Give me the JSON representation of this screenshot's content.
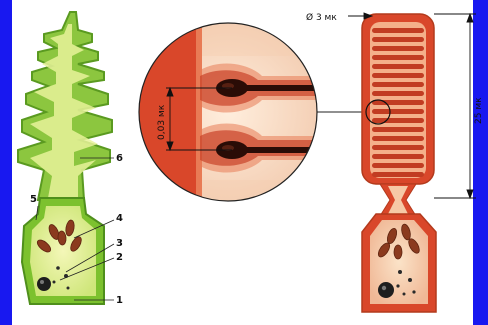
{
  "labels": {
    "l1": "1",
    "l2": "2",
    "l3": "3",
    "l4": "4",
    "l5": "5",
    "l6": "6"
  },
  "dimensions": {
    "diameter": "Ø 3 мк",
    "length": "25 мк",
    "gap": "0,03 мк"
  },
  "colors": {
    "frame": "#1818f0",
    "green_cell": "#7cc12e",
    "green_light": "#e8f29a",
    "red_cell": "#d9472a",
    "disc": "#f6c9a6",
    "nucleus": "#8b3a1e"
  }
}
